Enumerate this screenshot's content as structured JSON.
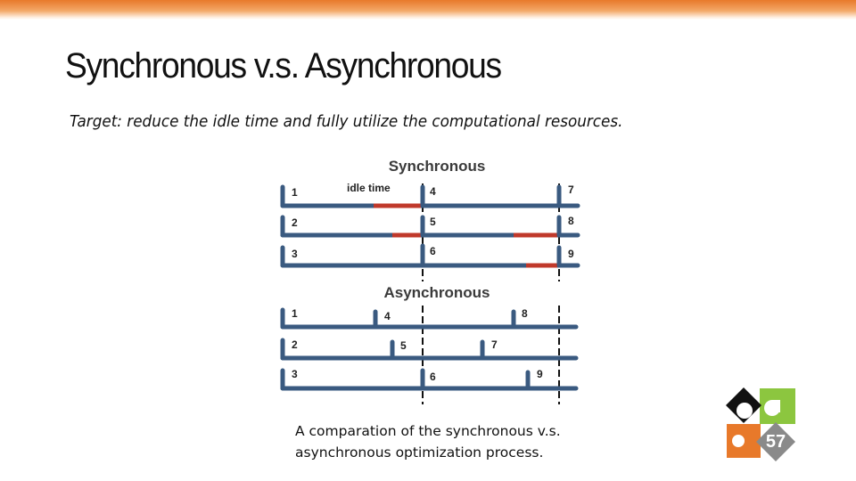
{
  "slide": {
    "title": "Synchronous v.s. Asynchronous",
    "subtitle": "Target: reduce the idle time and fully utilize the computational resources.",
    "caption_line1": "A comparation of the synchronous v.s.",
    "caption_line2": "asynchronous optimization process.",
    "page_number": "57"
  },
  "colors": {
    "accent_orange": "#e8792a",
    "timeline_blue": "#3a5a80",
    "idle_red": "#c0392b",
    "logo_green": "#8cc63f",
    "logo_gray": "#8a8a8a",
    "logo_black": "#111111"
  },
  "diagram": {
    "sync_heading": "Synchronous",
    "async_heading": "Asynchronous",
    "idle_label": "idle time",
    "sync_workers": [
      {
        "worker": "1",
        "labels": [
          "4",
          "7"
        ]
      },
      {
        "worker": "2",
        "labels": [
          "5",
          "8"
        ]
      },
      {
        "worker": "3",
        "labels": [
          "6",
          "9"
        ]
      }
    ],
    "async_workers": [
      {
        "worker": "1",
        "labels": [
          "4",
          "8"
        ]
      },
      {
        "worker": "2",
        "labels": [
          "5",
          "7"
        ]
      },
      {
        "worker": "3",
        "labels": [
          "6",
          "9"
        ]
      }
    ]
  }
}
